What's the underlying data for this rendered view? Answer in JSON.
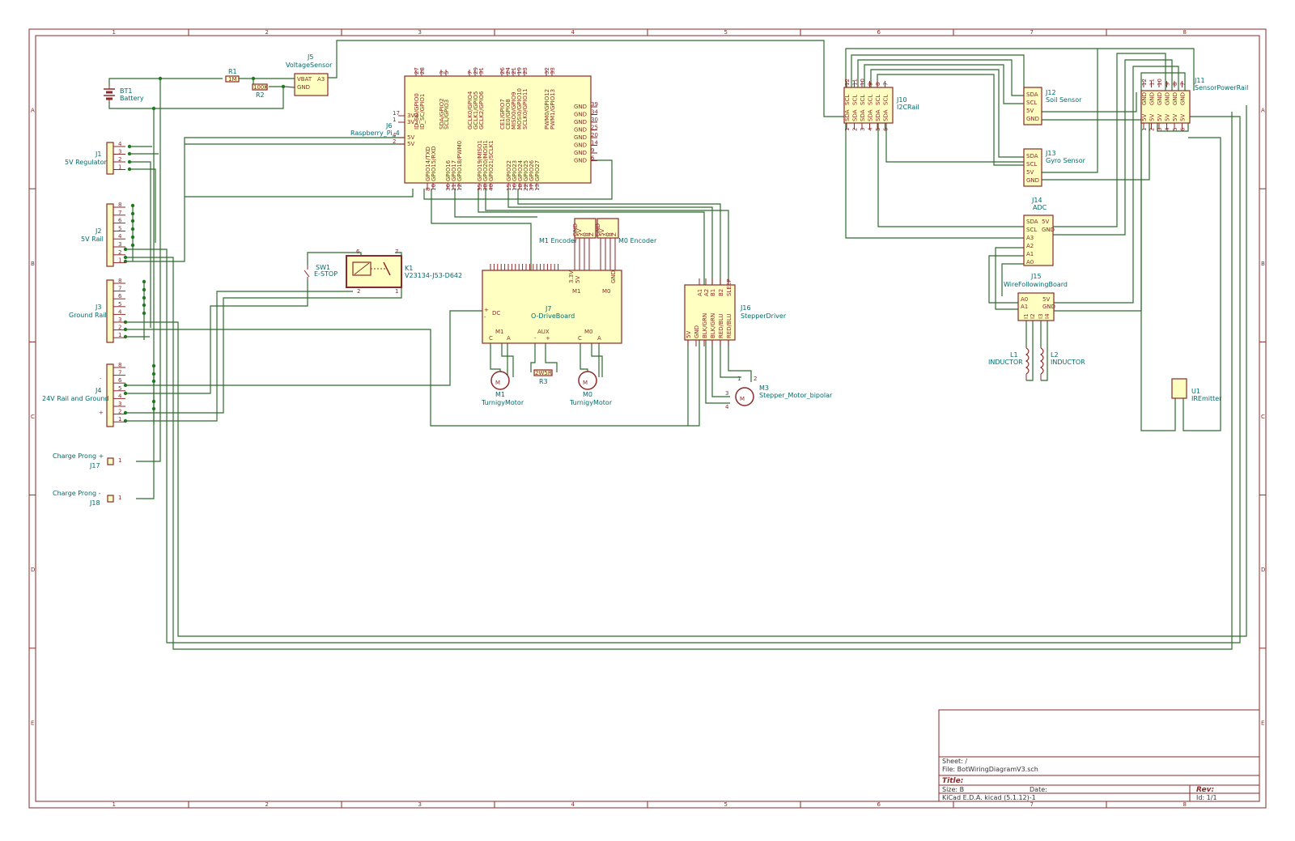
{
  "frame": {
    "columns": [
      "1",
      "2",
      "3",
      "4",
      "5",
      "6",
      "7",
      "8"
    ],
    "rows": [
      "A",
      "B",
      "C",
      "D",
      "E"
    ]
  },
  "title_block": {
    "sheet": "Sheet: /",
    "file": "File: BotWiringDiagramV3.sch",
    "title": "Title:",
    "size": "Size: B",
    "date": "Date:",
    "rev": "Rev:",
    "tool": "KiCad E.D.A.  kicad (5.1.12)-1",
    "id": "Id: 1/1"
  },
  "components": {
    "bt1": {
      "ref": "BT1",
      "value": "Battery"
    },
    "r1": {
      "ref": "R1",
      "value": "1M"
    },
    "r2": {
      "ref": "R2",
      "value": "100K"
    },
    "j5": {
      "ref": "J5",
      "value": "VoltageSensor",
      "pins": [
        "VBAT",
        "A3",
        "GND"
      ]
    },
    "j1": {
      "ref": "J1",
      "value": "5V Regulator",
      "pins": [
        "4",
        "3",
        "2",
        "1"
      ]
    },
    "j2": {
      "ref": "J2",
      "value": "5V Rail",
      "pins": [
        "8",
        "7",
        "6",
        "5",
        "4",
        "3",
        "2",
        "1"
      ]
    },
    "j3": {
      "ref": "J3",
      "value": "Ground Rail",
      "pins": [
        "8",
        "7",
        "6",
        "5",
        "4",
        "3",
        "2",
        "1"
      ]
    },
    "j4": {
      "ref": "J4",
      "value": "24V Rail and Ground",
      "pins": [
        "8",
        "7",
        "6",
        "5",
        "4",
        "3",
        "2",
        "1"
      ],
      "minus": "-",
      "plus": "+"
    },
    "j17": {
      "ref": "J17",
      "value": "Charge Prong +",
      "pin": "1"
    },
    "j18": {
      "ref": "J18",
      "value": "Charge Prong -",
      "pin": "1"
    },
    "j6": {
      "ref": "J6",
      "value": "Raspberry_Pi_4",
      "top_pins": [
        "ID_SD/GPIO0",
        "ID_SC/GPIO1",
        "SDA/GPIO2",
        "SCL/GPIO3",
        "GCLK0/GPIO4",
        "GCLK1/GPIO5",
        "GCLK2/GPIO6",
        "CE1/GPIO7",
        "CE0/GPIO8",
        "MISO0/GPIO9",
        "MOSI0/GPIO10",
        "SCLK0/GPIO11",
        "PWM0/GPIO12",
        "PWM1/GPIO13"
      ],
      "top_nums": [
        "27",
        "28",
        "3",
        "5",
        "7",
        "29",
        "31",
        "26",
        "24",
        "21",
        "19",
        "23",
        "32",
        "33"
      ],
      "left_pins": [
        "3V3",
        "3V3",
        "5V",
        "5V"
      ],
      "left_nums": [
        "17",
        "1",
        "4",
        "2"
      ],
      "right_pins": [
        "GND",
        "GND",
        "GND",
        "GND",
        "GND",
        "GND",
        "GND",
        "GND"
      ],
      "right_nums": [
        "39",
        "34",
        "30",
        "25",
        "20",
        "14",
        "9",
        "6"
      ],
      "bottom_pins": [
        "GPIO14/TXD",
        "GPIO15/RXD",
        "GPIO16",
        "GPIO17",
        "GPIO18/PWM0",
        "GPIO19/MISO1",
        "GPIO20/MOSI1",
        "GPIO21/SCLK1",
        "GPIO22",
        "GPIO23",
        "GPIO24",
        "GPIO25",
        "GPIO26",
        "GPIO27"
      ],
      "bottom_nums": [
        "8",
        "10",
        "36",
        "11",
        "12",
        "35",
        "38",
        "40",
        "15",
        "16",
        "18",
        "22",
        "37",
        "13"
      ]
    },
    "sw1": {
      "ref": "SW1",
      "value": "E-STOP"
    },
    "k1": {
      "ref": "K1",
      "value": "V23134-J53-D642",
      "pins": [
        "6",
        "7",
        "2",
        "1"
      ]
    },
    "j7": {
      "ref": "J7",
      "value": "O-DriveBoard",
      "m1": "M1",
      "m0": "M0",
      "aux": "AUX",
      "dc": "DC",
      "sp": "3.3V",
      "sp2": "5V",
      "gnd": "GND",
      "c": "C",
      "a": "A",
      "plus": "+",
      "minus": "-"
    },
    "m1_encoder": {
      "value": "M1 Encoder"
    },
    "m0_encoder": {
      "value": "M0 Encoder"
    },
    "r3": {
      "ref": "R3",
      "value": "2W5R"
    },
    "m1": {
      "ref": "M1",
      "value": "TurnigyMotor"
    },
    "m0": {
      "ref": "M0",
      "value": "TurnigyMotor"
    },
    "j16": {
      "ref": "J16",
      "value": "StepperDriver",
      "top_pins": [
        "A1",
        "A2",
        "B1",
        "B2",
        "SLEEP"
      ],
      "bottom_pins": [
        "5V",
        "GND",
        "BLK/GRN",
        "BLK/GRN",
        "RED/BLU",
        "RED/BLU"
      ]
    },
    "m3": {
      "ref": "M3",
      "value": "Stepper_Motor_bipolar",
      "pins": [
        "1",
        "2",
        "3",
        "4"
      ]
    },
    "j10": {
      "ref": "J10",
      "value": "I2CRail",
      "pins": [
        "SCL",
        "SDA",
        "SCL",
        "SDA",
        "SCL",
        "SDA",
        "SCL",
        "SDA",
        "SCL",
        "SDA",
        "SCL",
        "SDA"
      ],
      "nums_top": [
        "12",
        "11",
        "10",
        "9",
        "8",
        "7"
      ],
      "nums_bot": [
        "1",
        "2",
        "3",
        "4",
        "5",
        "6"
      ]
    },
    "j12": {
      "ref": "J12",
      "value": "Soil Sensor",
      "pins": [
        "SDA",
        "SCL",
        "5V",
        "GND"
      ]
    },
    "j13": {
      "ref": "J13",
      "value": "Gyro Sensor",
      "pins": [
        "SDA",
        "SCL",
        "5V",
        "GND"
      ]
    },
    "j11": {
      "ref": "J11",
      "value": "SensorPowerRail",
      "pins": [
        "GND",
        "5V",
        "GND",
        "5V",
        "GND",
        "5V",
        "GND",
        "5V",
        "GND",
        "5V",
        "GND",
        "5V"
      ],
      "nums_top": [
        "12",
        "11",
        "10",
        "9",
        "8",
        "7"
      ],
      "nums_bot": [
        "1",
        "2",
        "3",
        "4",
        "5",
        "6"
      ]
    },
    "j14": {
      "ref": "J14",
      "value": "ADC",
      "left": [
        "SDA",
        "SCL",
        "A3",
        "A2",
        "A1",
        "A0"
      ],
      "right": [
        "5V",
        "GND"
      ]
    },
    "j15": {
      "ref": "J15",
      "value": "WireFollowingBoard",
      "left": [
        "A0",
        "A1"
      ],
      "right": [
        "5V",
        "GND"
      ],
      "bottom": [
        "I1",
        "I2",
        "I3",
        "I4"
      ]
    },
    "l1": {
      "ref": "L1",
      "value": "INDUCTOR"
    },
    "l2": {
      "ref": "L2",
      "value": "INDUCTOR"
    },
    "u1": {
      "ref": "U1",
      "value": "IREmitter"
    }
  }
}
